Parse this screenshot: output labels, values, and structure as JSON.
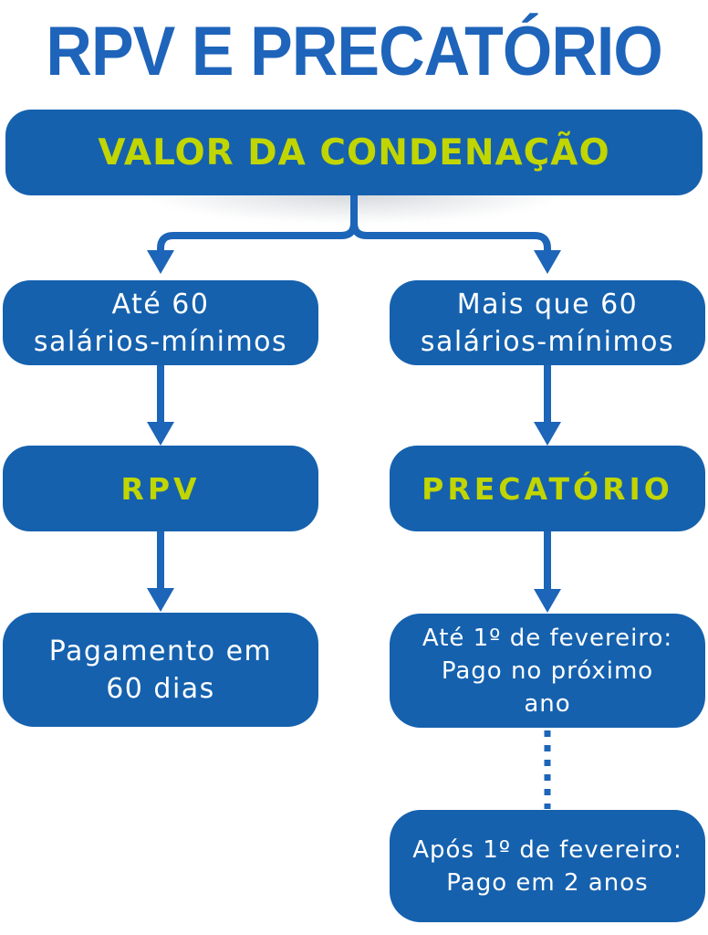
{
  "title": "RPV E PRECATÓRIO",
  "colors": {
    "title_blue": "#1e64ba",
    "box_blue": "#1561ae",
    "arrow_blue": "#1c65b8",
    "lime": "#c1d500",
    "text_white": "#ffffff",
    "page_bg": "#ffffff"
  },
  "flowchart": {
    "root": {
      "label": "VALOR DA CONDENAÇÃO"
    },
    "left_branch": {
      "condition_lines": [
        "Até 60",
        "salários-mínimos"
      ],
      "type_label": "RPV",
      "outcome_lines": [
        "Pagamento em",
        "60 dias"
      ]
    },
    "right_branch": {
      "condition_lines": [
        "Mais que 60",
        "salários-mínimos"
      ],
      "type_label": "PRECATÓRIO",
      "outcome_before_lines": [
        "Até 1º de fevereiro:",
        "Pago no próximo",
        "ano"
      ],
      "outcome_after_lines": [
        "Após 1º de fevereiro:",
        "Pago em 2 anos"
      ]
    }
  }
}
